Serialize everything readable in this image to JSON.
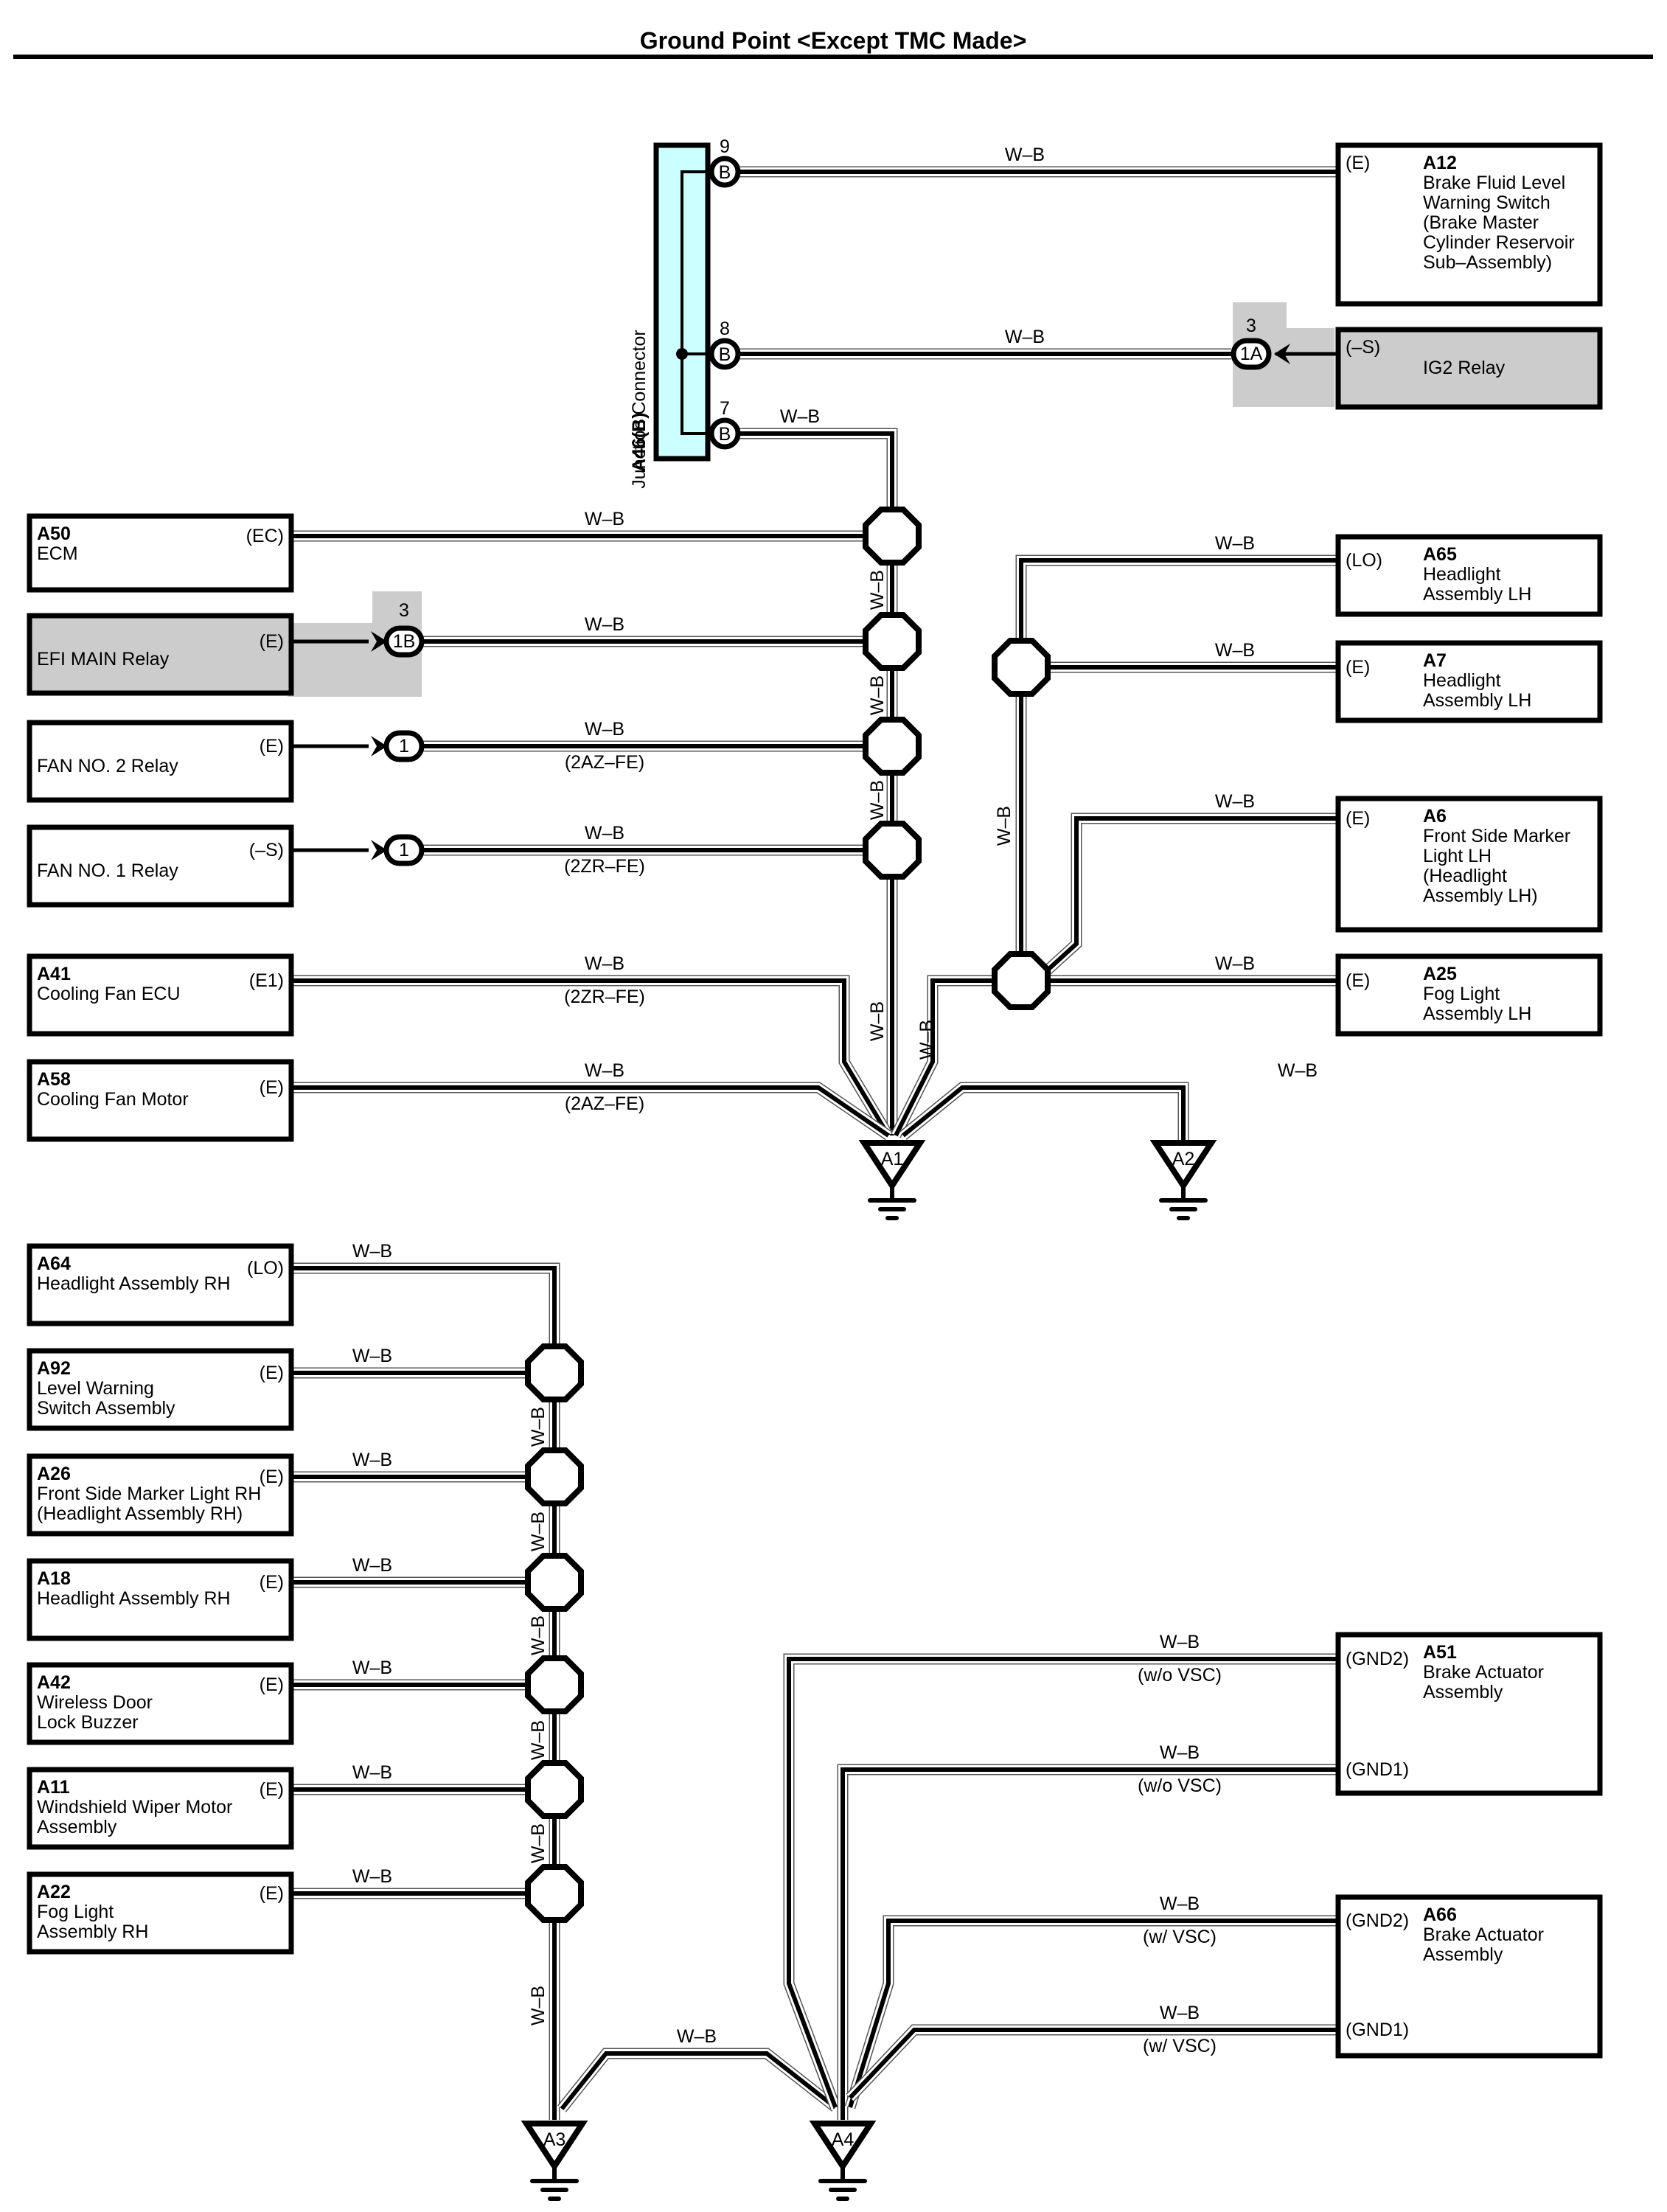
{
  "page": {
    "title": "Ground Point <Except TMC Made>"
  },
  "wire_color": "W–B",
  "junction_connector": {
    "code": "A46(B)",
    "name": "Junction Connector",
    "pins": [
      {
        "number": "9",
        "label": "B"
      },
      {
        "number": "8",
        "label": "B"
      },
      {
        "number": "7",
        "label": "B"
      }
    ]
  },
  "components": [
    {
      "id": "A12",
      "code": "A12",
      "name_lines": [
        "Brake Fluid Level",
        "Warning Switch",
        "(Brake Master",
        " Cylinder Reservoir",
        " Sub–Assembly)"
      ],
      "terminal": "(E)",
      "shaded": false
    },
    {
      "id": "IG2",
      "code": "",
      "name_lines": [
        "IG2 Relay"
      ],
      "terminal": "(–S)",
      "shaded": true,
      "connector": {
        "number": "3",
        "label": "1A"
      }
    },
    {
      "id": "A50",
      "code": "A50",
      "name_lines": [
        "ECM"
      ],
      "terminal": "(EC)",
      "shaded": false
    },
    {
      "id": "EFI",
      "code": "",
      "name_lines": [
        "EFI MAIN Relay"
      ],
      "terminal": "(E)",
      "shaded": true,
      "connector": {
        "number": "3",
        "label": "1B"
      }
    },
    {
      "id": "FAN2",
      "code": "",
      "name_lines": [
        "FAN NO. 2 Relay"
      ],
      "terminal": "(E)",
      "shaded": false,
      "connector": {
        "number": "",
        "label": "1"
      },
      "variant": "(2AZ–FE)"
    },
    {
      "id": "FAN1",
      "code": "",
      "name_lines": [
        "FAN NO. 1 Relay"
      ],
      "terminal": "(–S)",
      "shaded": false,
      "connector": {
        "number": "",
        "label": "1"
      },
      "variant": "(2ZR–FE)"
    },
    {
      "id": "A41",
      "code": "A41",
      "name_lines": [
        "Cooling Fan ECU"
      ],
      "terminal": "(E1)",
      "shaded": false,
      "variant": "(2ZR–FE)"
    },
    {
      "id": "A58",
      "code": "A58",
      "name_lines": [
        "Cooling Fan Motor"
      ],
      "terminal": "(E)",
      "shaded": false,
      "variant": "(2AZ–FE)"
    },
    {
      "id": "A65",
      "code": "A65",
      "name_lines": [
        "Headlight",
        "Assembly LH"
      ],
      "terminal": "(LO)",
      "shaded": false
    },
    {
      "id": "A7",
      "code": "A7",
      "name_lines": [
        "Headlight",
        "Assembly LH"
      ],
      "terminal": "(E)",
      "shaded": false
    },
    {
      "id": "A6",
      "code": "A6",
      "name_lines": [
        "Front Side Marker",
        "Light LH",
        "(Headlight",
        " Assembly LH)"
      ],
      "terminal": "(E)",
      "shaded": false
    },
    {
      "id": "A25",
      "code": "A25",
      "name_lines": [
        "Fog Light",
        "Assembly LH"
      ],
      "terminal": "(E)",
      "shaded": false
    },
    {
      "id": "A64",
      "code": "A64",
      "name_lines": [
        "Headlight Assembly RH"
      ],
      "terminal": "(LO)",
      "shaded": false
    },
    {
      "id": "A92",
      "code": "A92",
      "name_lines": [
        "Level Warning",
        "Switch Assembly"
      ],
      "terminal": "(E)",
      "shaded": false
    },
    {
      "id": "A26",
      "code": "A26",
      "name_lines": [
        "Front Side Marker Light RH",
        "(Headlight Assembly RH)"
      ],
      "terminal": "(E)",
      "shaded": false
    },
    {
      "id": "A18",
      "code": "A18",
      "name_lines": [
        "Headlight Assembly RH"
      ],
      "terminal": "(E)",
      "shaded": false
    },
    {
      "id": "A42",
      "code": "A42",
      "name_lines": [
        "Wireless Door",
        "Lock Buzzer"
      ],
      "terminal": "(E)",
      "shaded": false
    },
    {
      "id": "A11",
      "code": "A11",
      "name_lines": [
        "Windshield Wiper Motor",
        "Assembly"
      ],
      "terminal": "(E)",
      "shaded": false
    },
    {
      "id": "A22",
      "code": "A22",
      "name_lines": [
        "Fog Light",
        "Assembly RH"
      ],
      "terminal": "(E)",
      "shaded": false
    },
    {
      "id": "A51",
      "code": "A51",
      "name_lines": [
        "Brake Actuator",
        "Assembly"
      ],
      "terminals": [
        "(GND2)",
        "(GND1)"
      ],
      "variant": "(w/o VSC)",
      "shaded": false
    },
    {
      "id": "A66",
      "code": "A66",
      "name_lines": [
        "Brake Actuator",
        "Assembly"
      ],
      "terminals": [
        "(GND2)",
        "(GND1)"
      ],
      "variant": "(w/ VSC)",
      "shaded": false
    }
  ],
  "ground_points": [
    "A1",
    "A2",
    "A3",
    "A4"
  ]
}
